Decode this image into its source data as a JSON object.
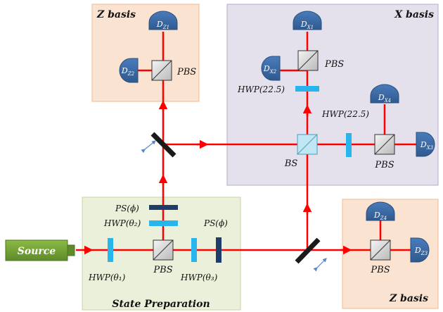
{
  "panels": {
    "z_basis_top": "Z basis",
    "x_basis": "X basis",
    "z_basis_bottom": "Z basis",
    "state_preparation": "State Preparation"
  },
  "source": "Source",
  "labels": {
    "pbs_z_top": "PBS",
    "pbs_x_top": "PBS",
    "hwp_x_top": "HWP(22.5)",
    "hwp_x_right": "HWP(22.5)",
    "bs": "BS",
    "pbs_x_right": "PBS",
    "ps_upper": "PS(ϕ)",
    "hwp_theta2": "HWP(θ₂)",
    "hwp_theta1": "HWP(θ₁)",
    "pbs_prep": "PBS",
    "hwp_theta3": "HWP(θ₃)",
    "ps_right": "PS(ϕ)",
    "pbs_z_bottom": "PBS"
  },
  "detectors": {
    "dz1": {
      "base": "D",
      "sub": "Z1"
    },
    "dz2": {
      "base": "D",
      "sub": "Z2"
    },
    "dx1": {
      "base": "D",
      "sub": "X1"
    },
    "dx2": {
      "base": "D",
      "sub": "X2"
    },
    "dx3": {
      "base": "D",
      "sub": "X3"
    },
    "dx4": {
      "base": "D",
      "sub": "X4"
    },
    "dz3": {
      "base": "D",
      "sub": "Z3"
    },
    "dz4": {
      "base": "D",
      "sub": "Z4"
    }
  },
  "colors": {
    "beam": "#ff0000",
    "detector": "#3e6ca6",
    "waveplate": "#28b4ec",
    "phase_shifter": "#1f3d68",
    "z_panel": "#fbe3d1",
    "x_panel": "#e4e0ec",
    "prep_panel": "#ebf0da",
    "source": "#78a436"
  }
}
